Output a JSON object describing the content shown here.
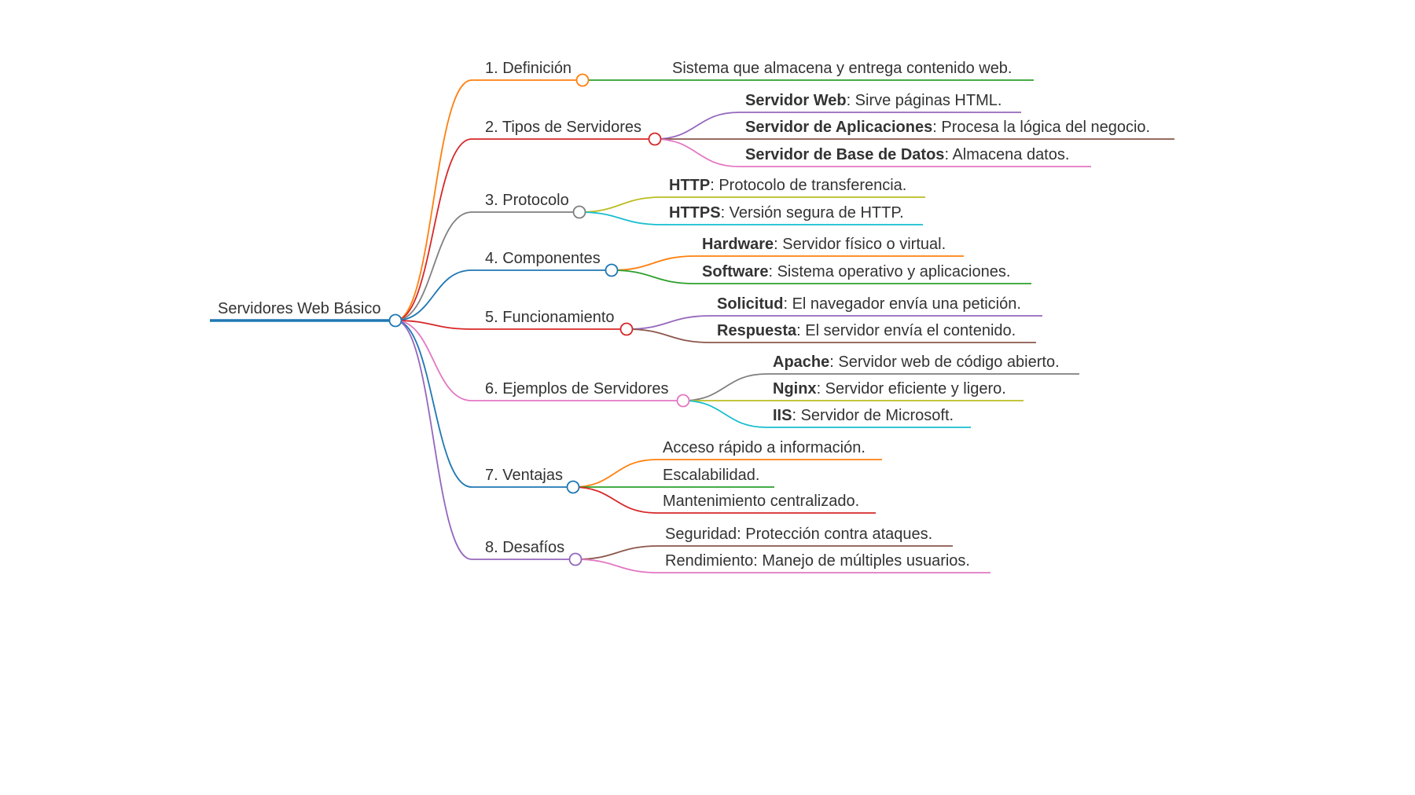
{
  "root": {
    "label": "Servidores Web Básico",
    "color": "#1f77b4"
  },
  "branches": [
    {
      "label": "1. Definición",
      "color": "#ff7f0e",
      "children": [
        {
          "strong": "",
          "text": "Sistema que almacena y entrega contenido web.",
          "color": "#2ca02c"
        }
      ]
    },
    {
      "label": "2. Tipos de Servidores",
      "color": "#d62728",
      "children": [
        {
          "strong": "Servidor Web",
          "text": ": Sirve páginas HTML.",
          "color": "#9467bd"
        },
        {
          "strong": "Servidor de Aplicaciones",
          "text": ": Procesa la lógica del negocio.",
          "color": "#8c564b"
        },
        {
          "strong": "Servidor de Base de Datos",
          "text": ": Almacena datos.",
          "color": "#e377c2"
        }
      ]
    },
    {
      "label": "3. Protocolo",
      "color": "#7f7f7f",
      "children": [
        {
          "strong": "HTTP",
          "text": ": Protocolo de transferencia.",
          "color": "#bcbd22"
        },
        {
          "strong": "HTTPS",
          "text": ": Versión segura de HTTP.",
          "color": "#17becf"
        }
      ]
    },
    {
      "label": "4. Componentes",
      "color": "#1f77b4",
      "children": [
        {
          "strong": "Hardware",
          "text": ": Servidor físico o virtual.",
          "color": "#ff7f0e"
        },
        {
          "strong": "Software",
          "text": ": Sistema operativo y aplicaciones.",
          "color": "#2ca02c"
        }
      ]
    },
    {
      "label": "5. Funcionamiento",
      "color": "#d62728",
      "children": [
        {
          "strong": "Solicitud",
          "text": ": El navegador envía una petición.",
          "color": "#9467bd"
        },
        {
          "strong": "Respuesta",
          "text": ": El servidor envía el contenido.",
          "color": "#8c564b"
        }
      ]
    },
    {
      "label": "6. Ejemplos de Servidores",
      "color": "#e377c2",
      "children": [
        {
          "strong": "Apache",
          "text": ": Servidor web de código abierto.",
          "color": "#7f7f7f"
        },
        {
          "strong": "Nginx",
          "text": ": Servidor eficiente y ligero.",
          "color": "#bcbd22"
        },
        {
          "strong": "IIS",
          "text": ": Servidor de Microsoft.",
          "color": "#17becf"
        }
      ]
    },
    {
      "label": "7. Ventajas",
      "color": "#1f77b4",
      "children": [
        {
          "strong": "",
          "text": "Acceso rápido a información.",
          "color": "#ff7f0e"
        },
        {
          "strong": "",
          "text": "Escalabilidad.",
          "color": "#2ca02c"
        },
        {
          "strong": "",
          "text": "Mantenimiento centralizado.",
          "color": "#d62728"
        }
      ]
    },
    {
      "label": "8. Desafíos",
      "color": "#9467bd",
      "children": [
        {
          "strong": "",
          "text": "Seguridad: Protección contra ataques.",
          "color": "#8c564b"
        },
        {
          "strong": "",
          "text": "Rendimiento: Manejo de múltiples usuarios.",
          "color": "#e377c2"
        }
      ]
    }
  ]
}
